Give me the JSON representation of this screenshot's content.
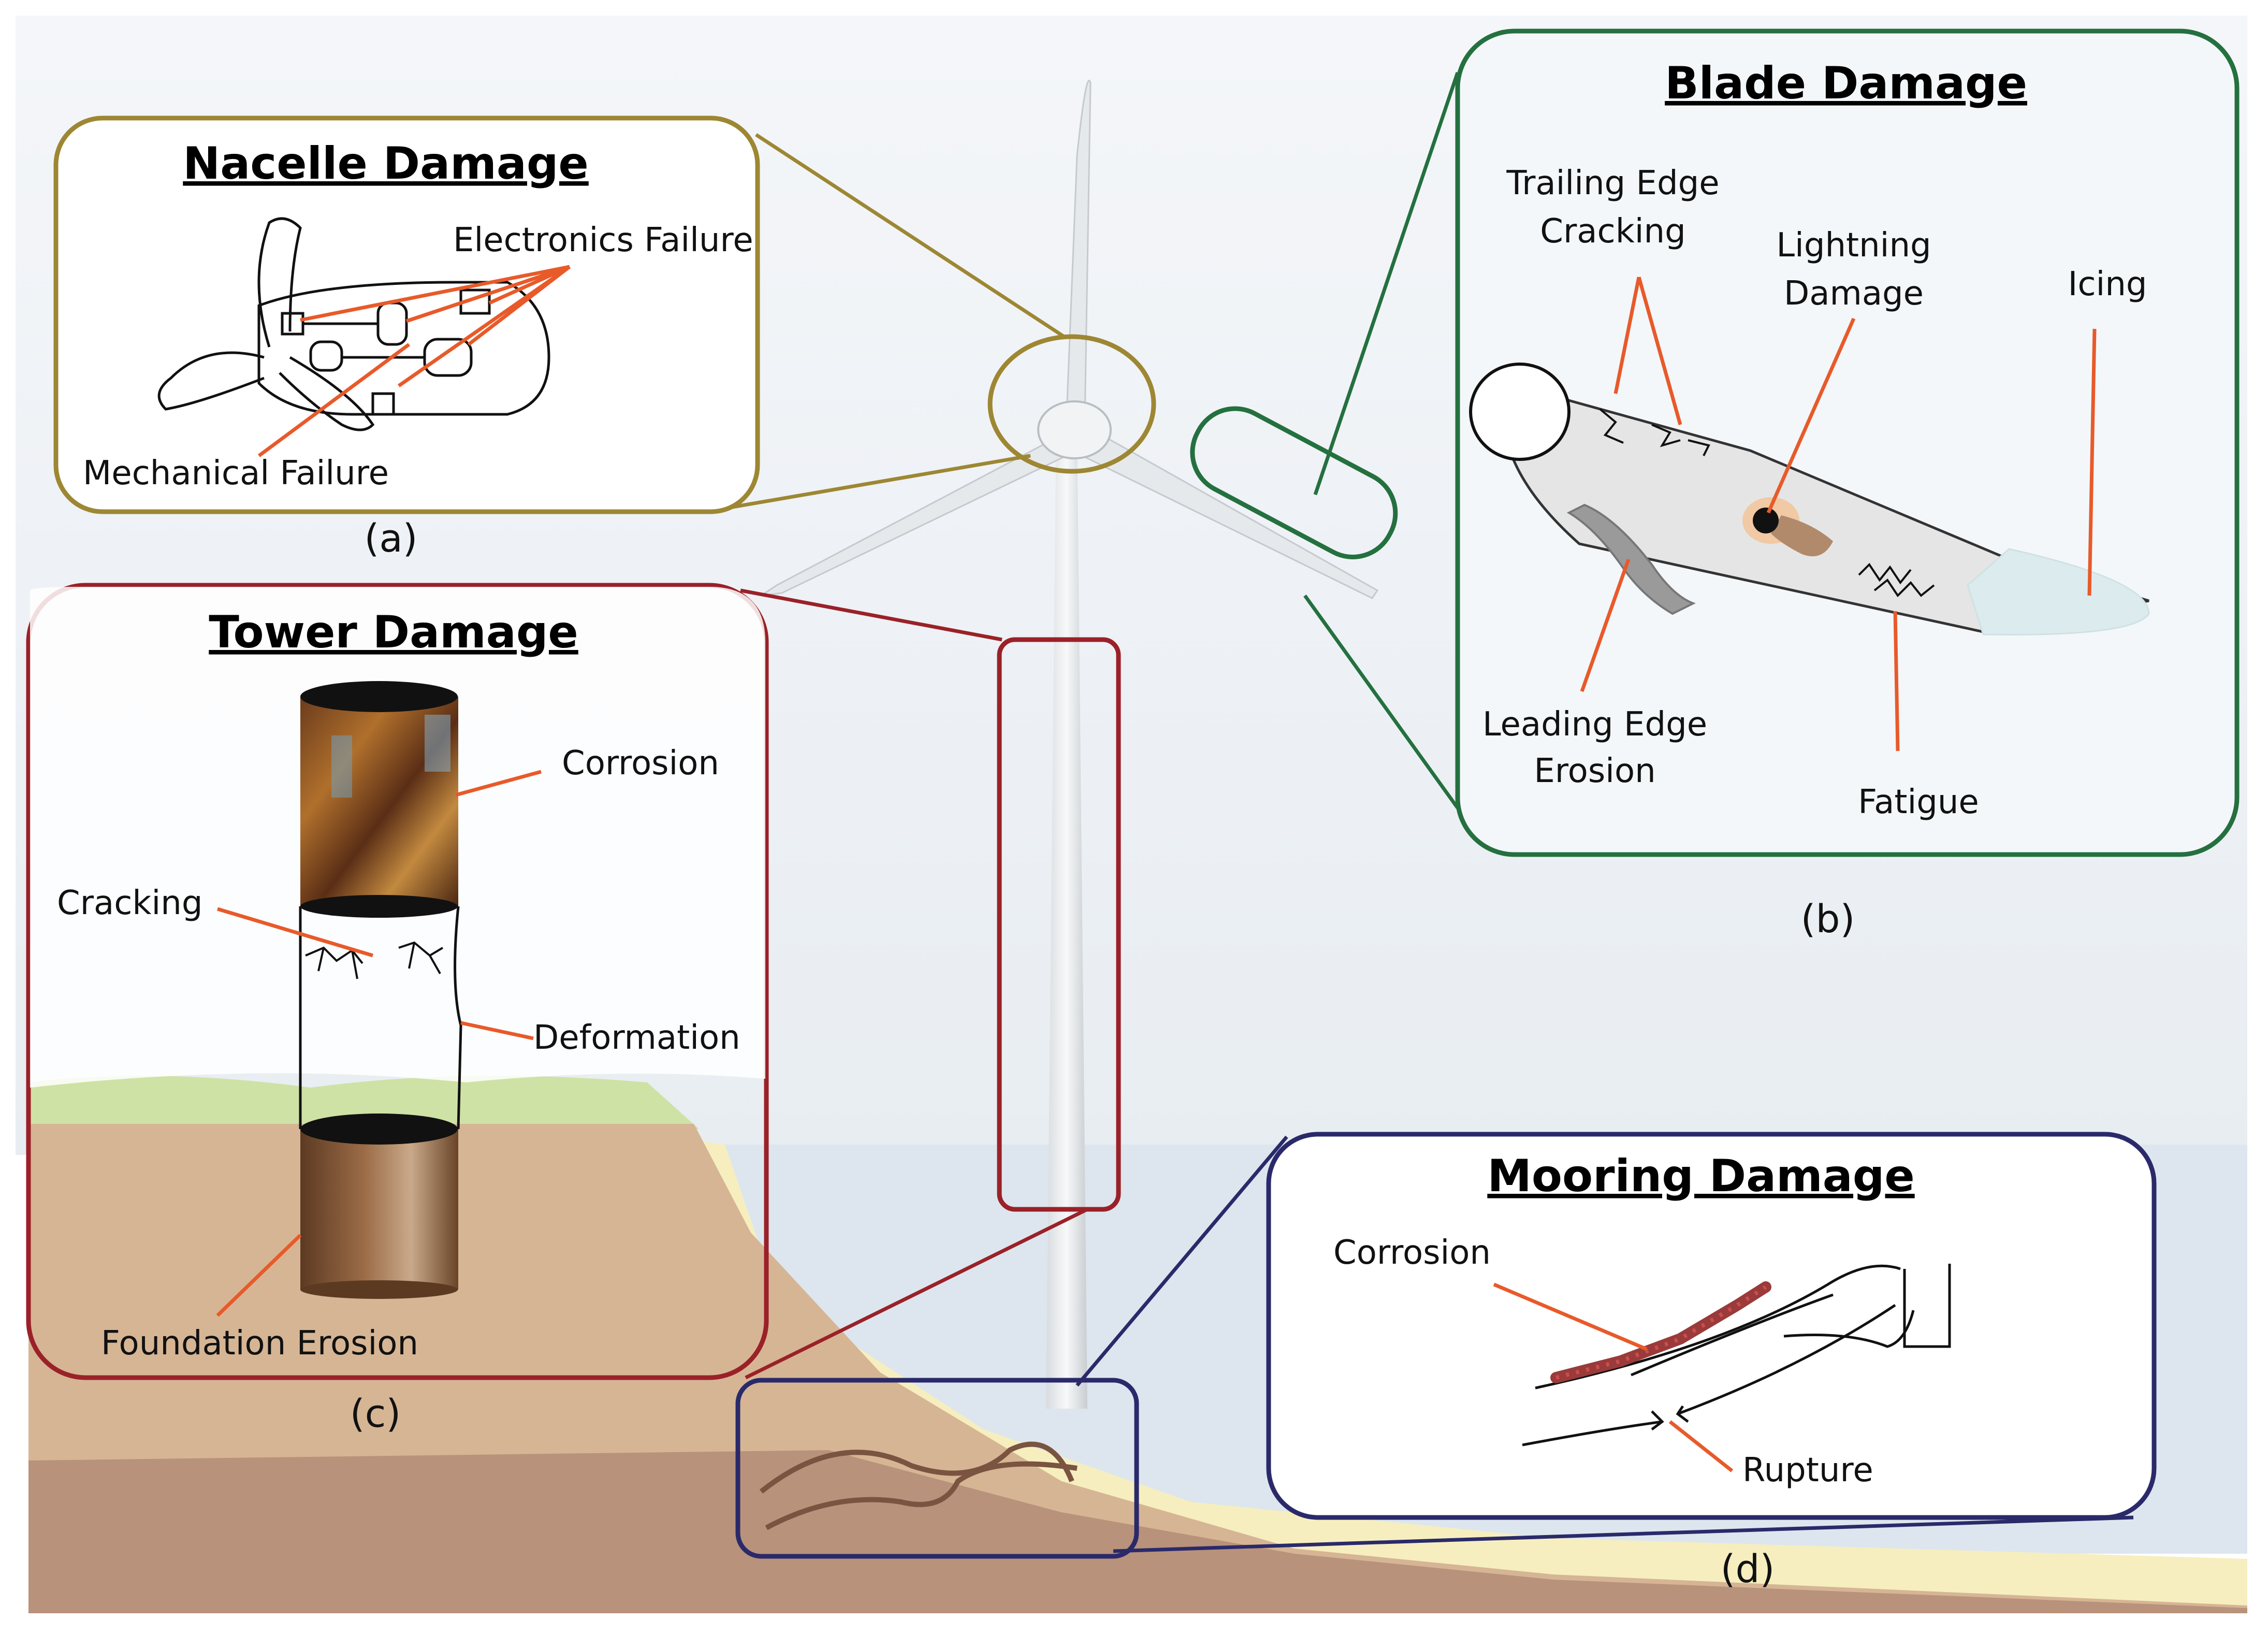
{
  "figure": {
    "nacelle": {
      "title": "Nacelle Damage",
      "labels": [
        "Electronics Failure",
        "Mechanical Failure"
      ],
      "caption": "(a)"
    },
    "blade": {
      "title": "Blade Damage",
      "labels": [
        "Trailing Edge",
        "Cracking",
        "Lightning",
        "Damage",
        "Icing",
        "Leading Edge",
        "Erosion",
        "Fatigue"
      ],
      "caption": "(b)"
    },
    "tower": {
      "title": "Tower Damage",
      "labels": [
        "Corrosion",
        "Cracking",
        "Deformation",
        "Foundation Erosion"
      ],
      "caption": "(c)"
    },
    "mooring": {
      "title": "Mooring Damage",
      "labels": [
        "Corrosion",
        "Rupture"
      ],
      "caption": "(d)"
    }
  },
  "colors": {
    "nacelle_frame": "#9d8733",
    "blade_frame": "#24703f",
    "tower_frame": "#9a2128",
    "mooring_frame": "#2a2a6a",
    "leader_line": "#e85a2a",
    "sea": "#dde6ee",
    "sand": "#f6eebf",
    "soil": "#d6b594",
    "grass": "#cfe2a6"
  }
}
